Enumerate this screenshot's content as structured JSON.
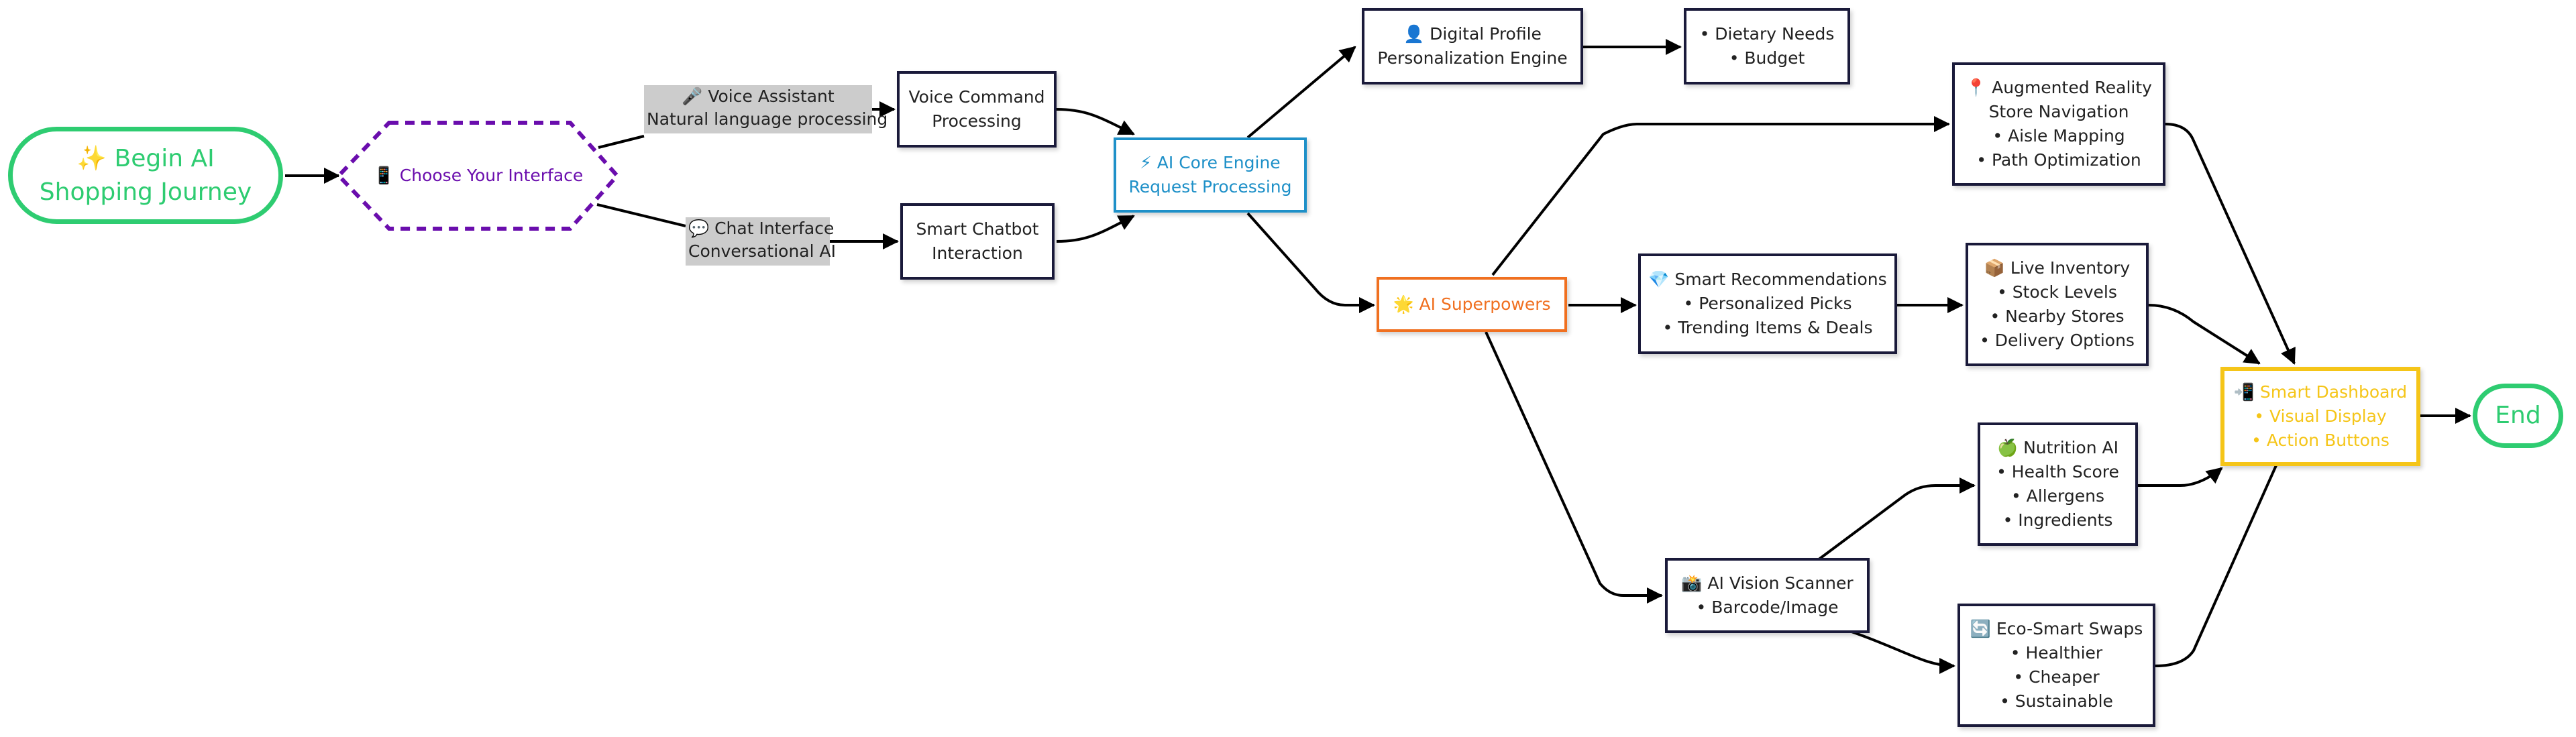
{
  "colors": {
    "edge": "#000000",
    "default_border": "#1a1a3a",
    "start_end": "#2ecc71",
    "choose_interface": "#6a0dad",
    "core_engine": "#1e90c8",
    "superpowers": "#f07020",
    "dashboard": "#f5c518",
    "edge_label_bg": "#cccccc"
  },
  "nodes": {
    "start": {
      "icon": "sparkles-icon",
      "lines": [
        "✨ Begin AI",
        "Shopping Journey"
      ]
    },
    "choose": {
      "icon": "mobile-phone-icon",
      "text": "📱 Choose Your Interface"
    },
    "voice_label": {
      "icon": "microphone-icon",
      "lines": [
        "🎤 Voice Assistant",
        "Natural language processing"
      ]
    },
    "chat_label": {
      "icon": "speech-bubble-icon",
      "lines": [
        "💬 Chat Interface",
        "Conversational AI"
      ]
    },
    "voice_cmd": {
      "lines": [
        "Voice Command",
        "Processing"
      ]
    },
    "chatbot": {
      "lines": [
        "Smart Chatbot",
        "Interaction"
      ]
    },
    "core": {
      "icon": "lightning-icon",
      "lines": [
        "⚡ AI Core Engine",
        "Request Processing"
      ]
    },
    "profile": {
      "icon": "person-icon",
      "lines": [
        "👤 Digital Profile",
        "Personalization Engine"
      ]
    },
    "dietary": {
      "lines": [
        "• Dietary Needs",
        "• Budget"
      ]
    },
    "superpowers": {
      "icon": "glowing-star-icon",
      "lines": [
        "🌟 AI Superpowers"
      ]
    },
    "ar_nav": {
      "icon": "pin-icon",
      "lines": [
        "📍 Augmented Reality",
        "Store Navigation",
        "• Aisle Mapping",
        "• Path Optimization"
      ]
    },
    "recommend": {
      "icon": "gem-icon",
      "lines": [
        "💎 Smart Recommendations",
        "• Personalized Picks",
        "• Trending Items & Deals"
      ]
    },
    "inventory": {
      "icon": "package-icon",
      "lines": [
        "📦 Live Inventory",
        "• Stock Levels",
        "• Nearby Stores",
        "• Delivery Options"
      ]
    },
    "nutrition": {
      "icon": "apple-icon",
      "lines": [
        "🍏 Nutrition AI",
        "• Health Score",
        "• Allergens",
        "• Ingredients"
      ]
    },
    "vision": {
      "icon": "camera-icon",
      "lines": [
        "📸 AI Vision Scanner",
        "• Barcode/Image"
      ]
    },
    "eco": {
      "icon": "refresh-arrows-icon",
      "lines": [
        "🔄 Eco-Smart Swaps",
        "• Healthier",
        "• Cheaper",
        "• Sustainable"
      ]
    },
    "dashboard": {
      "icon": "phone-arrow-icon",
      "lines": [
        "📲 Smart Dashboard",
        "• Visual Display",
        "• Action Buttons"
      ]
    },
    "end": {
      "lines": [
        "End"
      ]
    }
  }
}
